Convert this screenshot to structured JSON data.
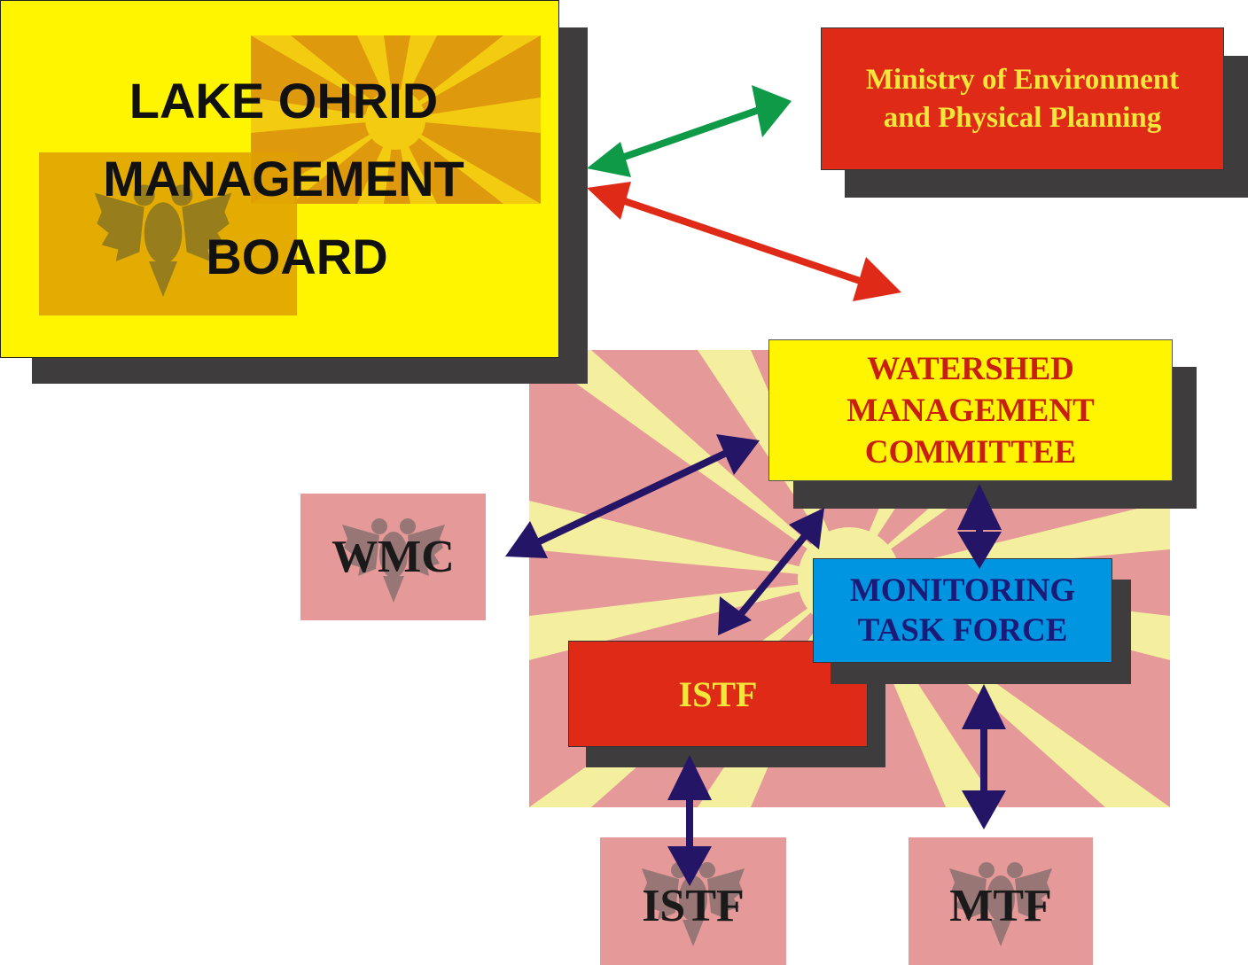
{
  "board": {
    "title": "LAKE OHRID MANAGEMENT BOARD",
    "line1": "LAKE OHRID",
    "line2": "MANAGEMENT",
    "line3": "BOARD"
  },
  "ministry": {
    "line1": "Ministry of Environment",
    "line2": "and Physical Planning"
  },
  "committee": {
    "line1": "WATERSHED",
    "line2": "MANAGEMENT",
    "line3": "COMMITTEE"
  },
  "monitoring": {
    "line1": "MONITORING",
    "line2": "TASK FORCE"
  },
  "istf_box": {
    "label": "ISTF"
  },
  "flags": {
    "wmc": "WMC",
    "istf": "ISTF",
    "mtf": "MTF"
  },
  "colors": {
    "board_bg": "#fff500",
    "red_box": "#e02a18",
    "yellow_text": "#f3e83a",
    "committee_text": "#c81f10",
    "monitoring_bg": "#0095e0",
    "monitoring_text": "#1c1a78",
    "arrow_green": "#0f9a48",
    "arrow_red": "#e02a18",
    "arrow_navy": "#241566",
    "flag_pink": "#e59a99",
    "ray_yellow": "#f4ee9f",
    "shadow": "#3e3c3c"
  },
  "icons": {
    "flag_emblem": "double-headed-eagle-icon",
    "sun_emblem": "sun-rays-icon"
  }
}
